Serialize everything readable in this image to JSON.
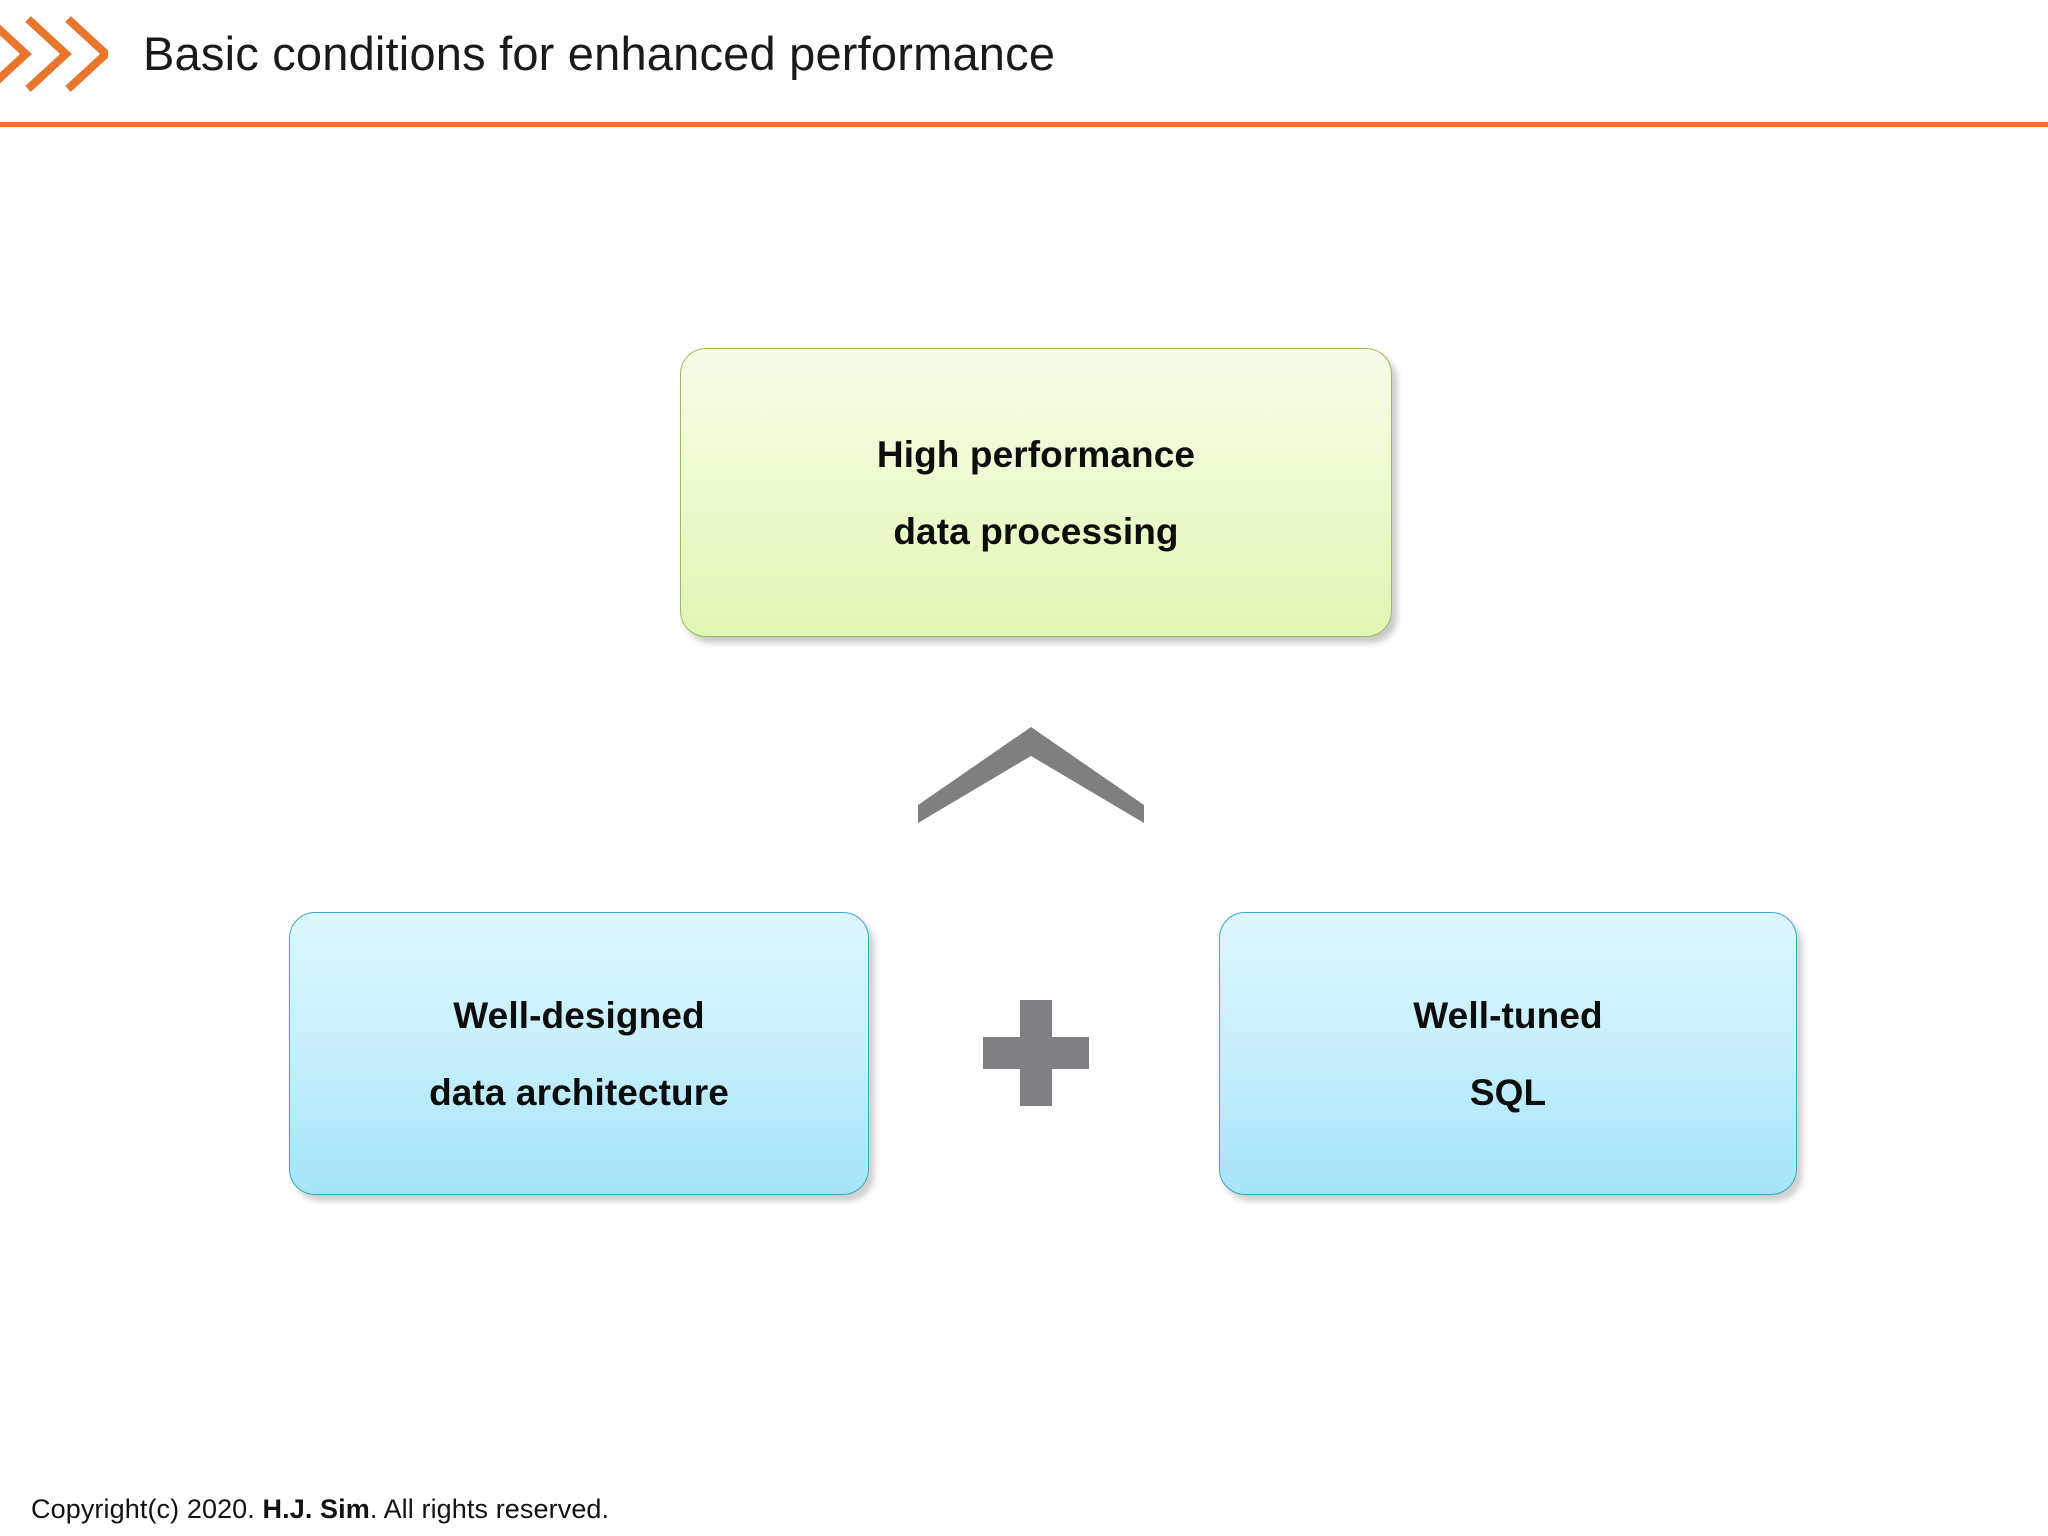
{
  "header": {
    "title": "Basic conditions for enhanced performance",
    "chevron_icon": "triple-chevron-right-icon",
    "rule_color": "#E8762C"
  },
  "diagram": {
    "type": "flow",
    "nodes": [
      {
        "id": "high-performance",
        "lines": [
          "High performance",
          "data processing"
        ],
        "role": "outcome",
        "fill_top": "#f7fde9",
        "fill_bottom": "#e2f6b4",
        "border_color": "#9bbb59"
      },
      {
        "id": "well-designed",
        "lines": [
          "Well-designed",
          "data architecture"
        ],
        "role": "input",
        "fill_top": "#ddf6fd",
        "fill_bottom": "#a6e4f8",
        "border_color": "#39a9c4"
      },
      {
        "id": "well-tuned",
        "lines": [
          "Well-tuned",
          "SQL"
        ],
        "role": "input",
        "fill_top": "#ddf6fd",
        "fill_bottom": "#a6e4f8",
        "border_color": "#39a9c4"
      }
    ],
    "connectors": [
      {
        "id": "up-arrow",
        "icon": "chevron-up-icon",
        "color": "#7F7F7F",
        "from": [
          "well-designed",
          "well-tuned"
        ],
        "to": "high-performance"
      },
      {
        "id": "plus",
        "icon": "plus-icon",
        "color": "#808084",
        "between": [
          "well-designed",
          "well-tuned"
        ]
      }
    ]
  },
  "footer": {
    "copyright_prefix": "Copyright(c) 2020. ",
    "author": "H.J. Sim",
    "copyright_suffix": ". All rights reserved."
  }
}
